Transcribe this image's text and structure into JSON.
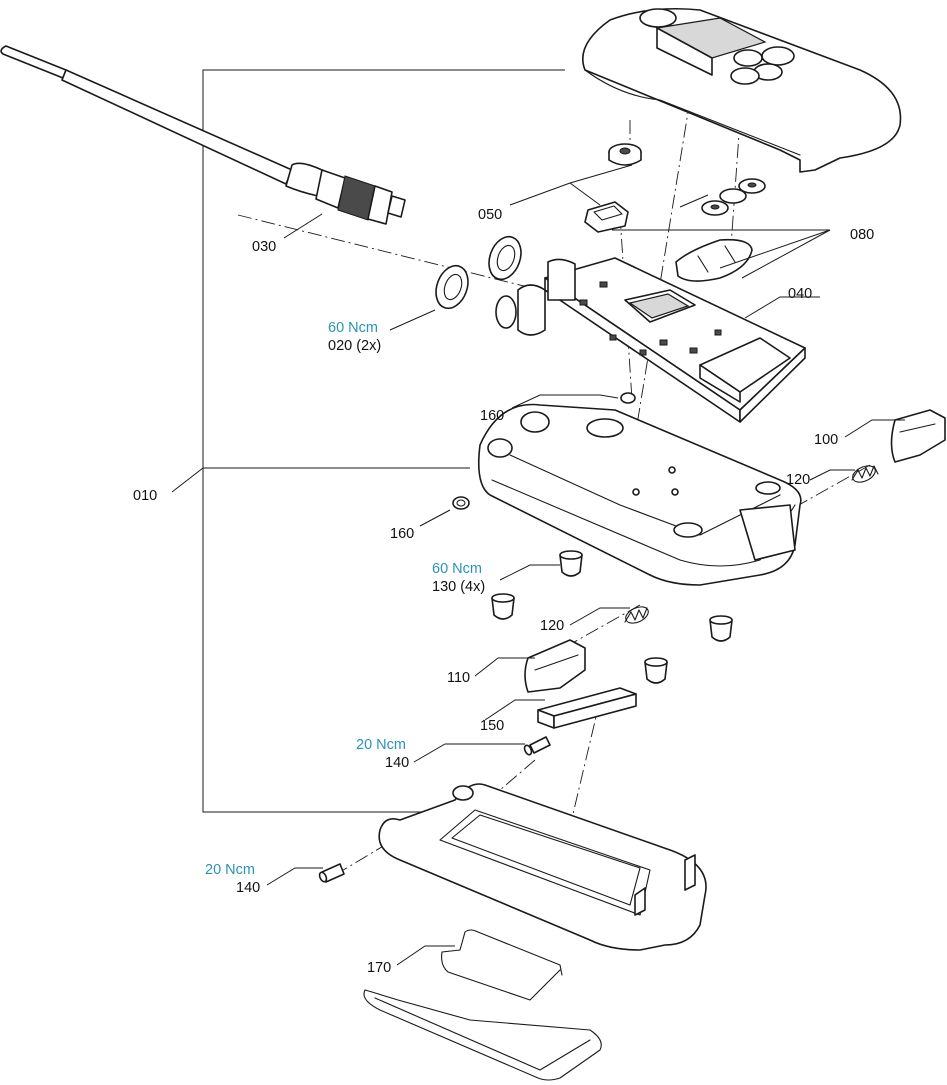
{
  "colors": {
    "torque": "#2a93b8",
    "label": "#111111",
    "line": "#1a1a1a"
  },
  "labels": {
    "l010": "010",
    "l020": "020 (2x)",
    "l030": "030",
    "l040": "040",
    "l050": "050",
    "l080": "080",
    "l100": "100",
    "l110": "110",
    "l120a": "120",
    "l120b": "120",
    "l130": "130 (4x)",
    "l140a": "140",
    "l140b": "140",
    "l150": "150",
    "l160a": "160",
    "l160b": "160",
    "l170": "170"
  },
  "torque": {
    "t020": "60 Ncm",
    "t130": "60 Ncm",
    "t140a": "20 Ncm",
    "t140b": "20 Ncm"
  }
}
